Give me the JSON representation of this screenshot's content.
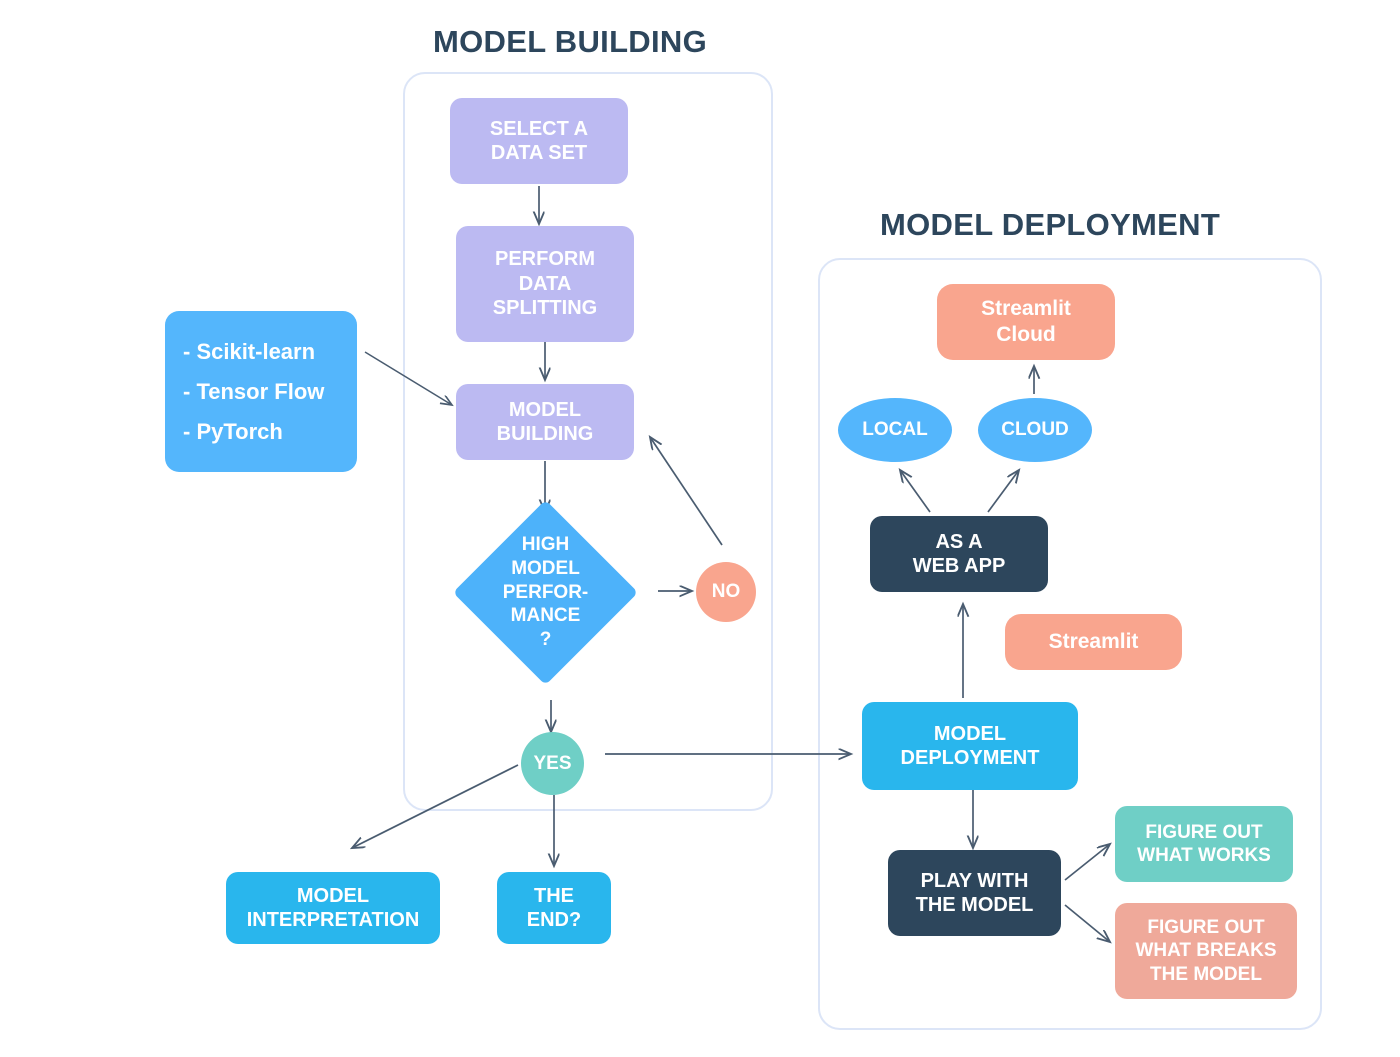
{
  "sections": {
    "model_building": {
      "title": "MODEL BUILDING",
      "panel_name": "model-building-panel"
    },
    "model_deployment": {
      "title": "MODEL DEPLOYMENT",
      "panel_name": "model-deployment-panel"
    }
  },
  "model_building": {
    "select_data_set": "SELECT A\nDATA SET",
    "perform_data_splitting": "PERFORM\nDATA\nSPLITTING",
    "model_building": "MODEL\nBUILDING",
    "high_model_performance": "HIGH\nMODEL\nPERFOR-\nMANCE\n?",
    "no_label": "NO",
    "yes_label": "YES",
    "model_interpretation": "MODEL\nINTERPRETATION",
    "the_end": "THE\nEND?",
    "libraries": [
      "- Scikit-learn",
      "- Tensor Flow",
      "- PyTorch"
    ]
  },
  "model_deployment": {
    "streamlit_cloud": "Streamlit\nCloud",
    "local": "LOCAL",
    "cloud": "CLOUD",
    "as_a_web_app": "AS A\nWEB APP",
    "streamlit": "Streamlit",
    "model_deployment": "MODEL\nDEPLOYMENT",
    "play_with_the_model": "PLAY WITH\nTHE  MODEL",
    "figure_out_what_works": "FIGURE OUT\nWHAT WORKS",
    "figure_out_what_breaks": "FIGURE OUT\nWHAT BREAKS\nTHE MODEL"
  },
  "colors": {
    "title_navy": "#2D465C",
    "panel_border": "#DCE5F7",
    "lavender": "#BCBAF2",
    "bright_blue": "#54B6FC",
    "diamond_blue": "#4DB2FA",
    "deep_blue": "#29B6ED",
    "coral": "#F9A58E",
    "coral_soft": "#EFA99A",
    "teal": "#6FCFC6",
    "navy": "#2D465C",
    "arrow": "#4A5C70",
    "white": "#FFFFFF"
  }
}
